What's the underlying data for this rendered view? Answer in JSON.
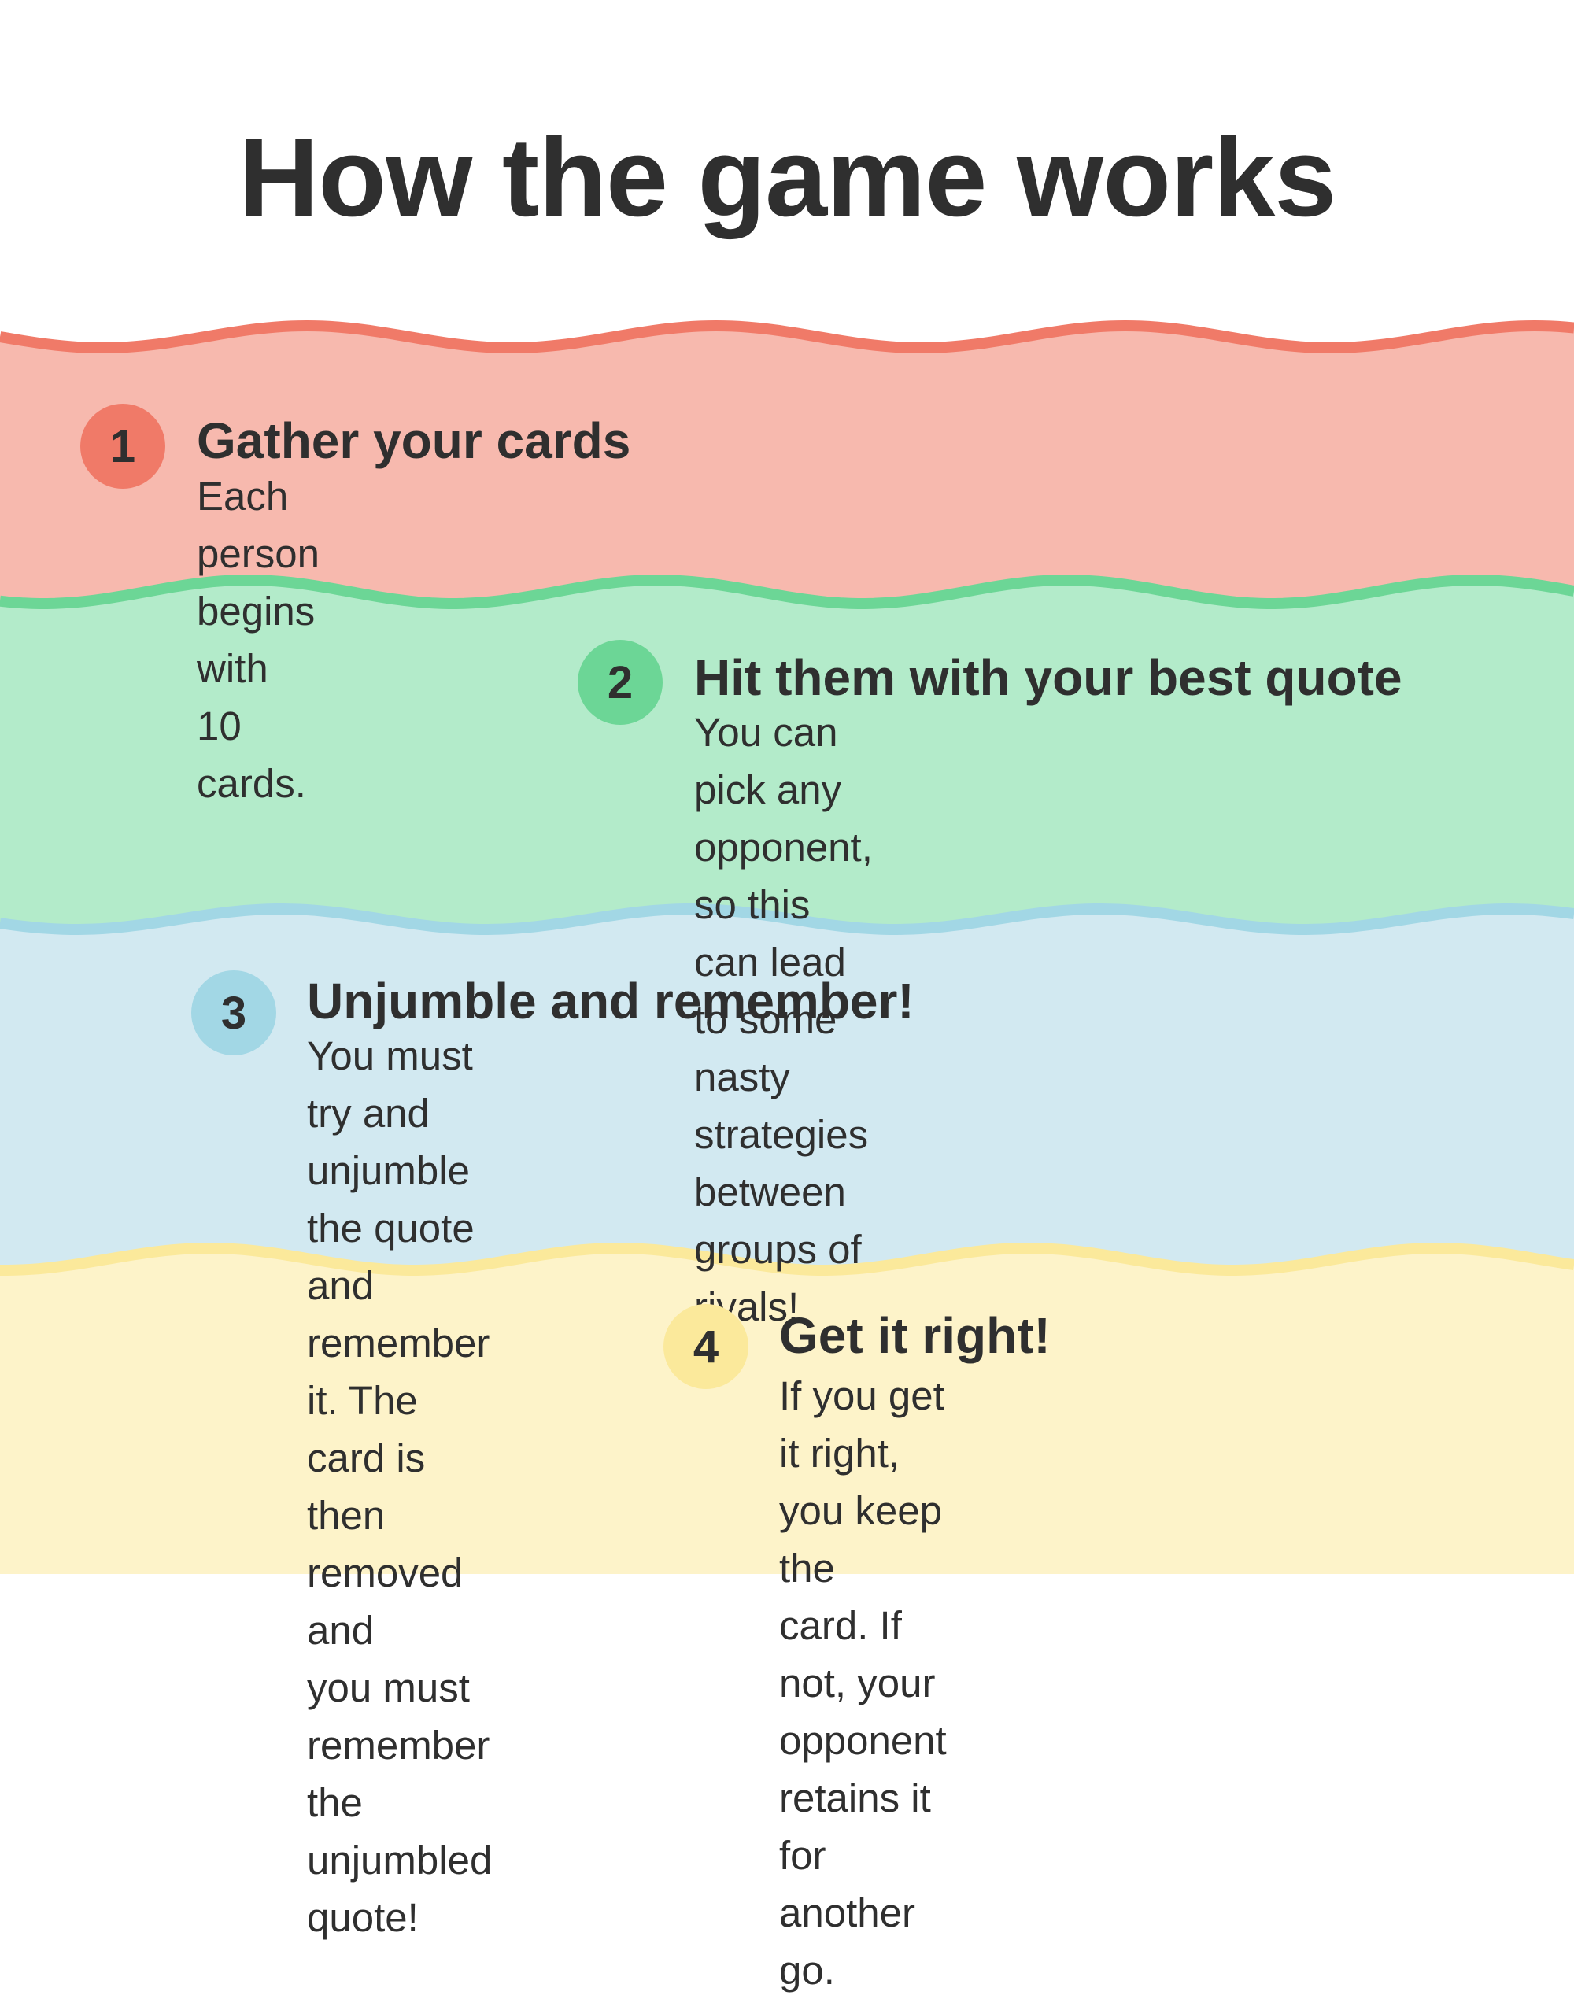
{
  "title": "How the game works",
  "colors": {
    "band1": "#f7b9ae",
    "band1_edge": "#f07a68",
    "badge1": "#f07a68",
    "band2": "#b3ebca",
    "band2_edge": "#6cd696",
    "badge2": "#6cd696",
    "band3": "#d2e9f1",
    "band3_edge": "#a2d7e5",
    "badge3": "#a2d7e5",
    "band4": "#fdf3c9",
    "band4_edge": "#fbe99b",
    "badge4": "#fbe99b"
  },
  "steps": [
    {
      "number": "1",
      "title": "Gather your cards",
      "lines": [
        "Each person begins with 10 cards."
      ]
    },
    {
      "number": "2",
      "title": "Hit them with your best quote",
      "lines": [
        "You can pick any opponent, so this",
        "can lead to some nasty strategies",
        "between groups of rivals!"
      ]
    },
    {
      "number": "3",
      "title": "Unjumble and remember!",
      "lines": [
        "You must try and unjumble the quote and",
        "remember it. The card is then removed and",
        "you must remember the unjumbled quote!"
      ]
    },
    {
      "number": "4",
      "title": "Get it right!",
      "lines": [
        "If you get it right, you keep the",
        "card. If not, your opponent",
        "retains it for another go."
      ]
    }
  ]
}
